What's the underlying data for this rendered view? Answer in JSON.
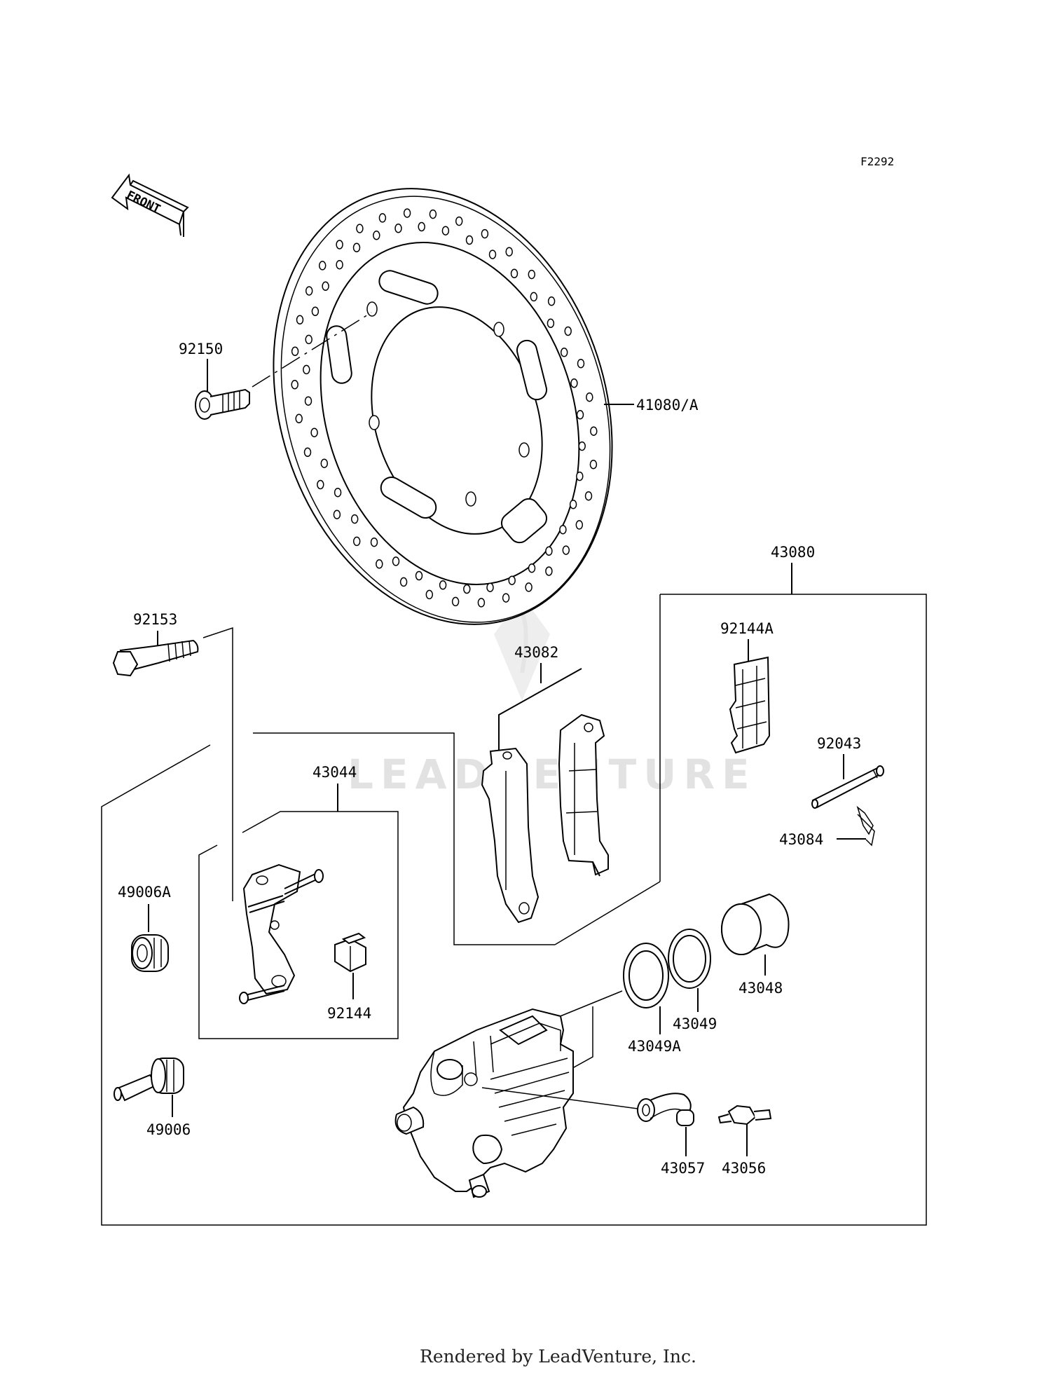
{
  "figure_code": "F2292",
  "front_label": "FRONT",
  "watermark": "LEADVENTURE",
  "footer": "Rendered by LeadVenture, Inc.",
  "callouts": {
    "c92150": "92150",
    "c41080A": "41080/A",
    "c43080": "43080",
    "c92153": "92153",
    "c92144A": "92144A",
    "c43082": "43082",
    "c92043": "92043",
    "c43044": "43044",
    "c43084": "43084",
    "c49006A": "49006A",
    "c43048": "43048",
    "c43049": "43049",
    "c92144": "92144",
    "c43049A": "43049A",
    "c49006": "49006",
    "c43057": "43057",
    "c43056": "43056"
  },
  "colors": {
    "line": "#000000",
    "background": "#ffffff",
    "watermark": "#e2e2e2"
  }
}
